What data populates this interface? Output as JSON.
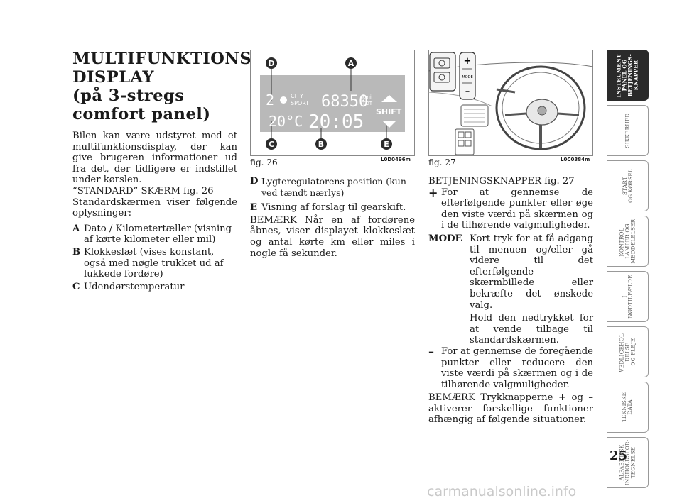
{
  "section1": {
    "title_lines": [
      "MULTIFUNKTIONS",
      "DISPLAY",
      "(på 3-stregs",
      "comfort panel)"
    ],
    "intro": "Bilen kan være udstyret med et multifunktionsdisplay, der kan give brugeren informationer ud fra det, der tidligere er indstillet under kørslen.",
    "subhead": "“STANDARD” SKÆRM fig. 26",
    "lead": "Standardskærmen viser følgende oplysninger:",
    "items": [
      {
        "key": "A",
        "text": "Dato / Kilometertæller (visning af kørte kilometer eller mil)"
      },
      {
        "key": "B",
        "text": "Klokkeslæt (vises konstant, også med nøgle trukket ud af lukkede fordøre)"
      },
      {
        "key": "C",
        "text": "Udendørstemperatur"
      }
    ]
  },
  "section2": {
    "items": [
      {
        "key": "D",
        "text": "Lygteregulatorens position (kun ved tændt nærlys)"
      },
      {
        "key": "E",
        "text": "Visning af forslag til gearskift."
      }
    ],
    "note": "BEMÆRK Når en af fordørene åbnes, viser displayet klokkeslæt og antal kørte km eller miles i nogle få sekunder."
  },
  "fig26": {
    "label": "fig. 26",
    "code": "L0D0496m",
    "markers": [
      "D",
      "A",
      "C",
      "B",
      "E"
    ],
    "display": {
      "light_level": "2",
      "mode_top": "CITY",
      "mode_bottom": "SPORT",
      "odometer": "68350",
      "unit_top": "kmi",
      "unit_bottom": "TOT",
      "temperature": "20°C",
      "clock": "20:05",
      "shift": "SHIFT"
    }
  },
  "fig27": {
    "label": "fig. 27",
    "code": "L0C0384m",
    "panel": {
      "plus": "+",
      "mode": "MODE",
      "minus": "–"
    }
  },
  "section3": {
    "heading": "BETJENINGSKNAPPER fig. 27",
    "plus_key": "+",
    "plus_text": "For at gennemse de efterfølgende punkter eller øge den viste værdi på skærmen og i de tilhørende valgmuligheder.",
    "mode_key": "MODE",
    "mode_text": "Kort tryk for at få adgang til menuen og/eller gå videre til det efterfølgende skærmbillede eller bekræfte det ønskede valg.",
    "mode_text2": "Hold den nedtrykket for at vende tilbage til standardskærmen.",
    "minus_key": "–",
    "minus_text": "For at gennemse de foregående punkter eller reducere den viste værdi på skærmen og i de tilhørende valgmuligheder.",
    "note": "BEMÆRK Trykknapperne + og – aktiverer forskellige funktioner afhængig af følgende situationer."
  },
  "tabs": [
    {
      "label": "INSTRUMENT-\nPANEL OG\nBETJENINGS-\nKNAPPER",
      "active": true
    },
    {
      "label": "SIKKERHED",
      "active": false
    },
    {
      "label": "START\nOG KØRSEL",
      "active": false
    },
    {
      "label": "KONTROL-\nLAMPER OG\nMEDDELELSER",
      "active": false
    },
    {
      "label": "I\nNØDTILFÆLDE",
      "active": false
    },
    {
      "label": "VEDLIGEHOL-\nDELSE\nOG PLEJE",
      "active": false
    },
    {
      "label": "TEKNISKE\nDATA",
      "active": false
    },
    {
      "label": "ALFABETISK\nINDHOLDSFOR-\nTEGNELSE",
      "active": false
    }
  ],
  "page_number": "25",
  "watermark": "carmanualsonline.info",
  "colors": {
    "marker": "#2b2b2b",
    "display_bg": "#b9b9b9",
    "display_text": "#ffffff",
    "tab_active": "#2a2a2a"
  }
}
